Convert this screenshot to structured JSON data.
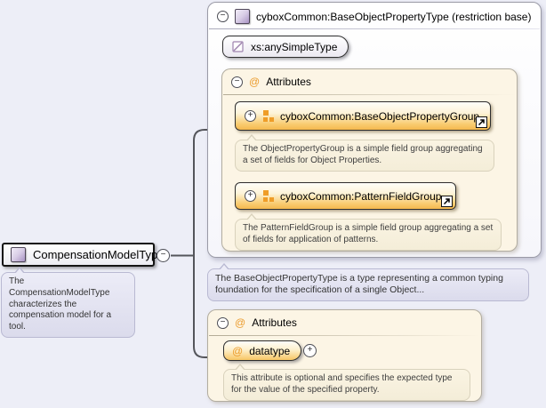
{
  "glyphs": {
    "collapse": "−",
    "expand": "+",
    "at": "@"
  },
  "left_node": {
    "label": "CompensationModelType",
    "tooltip": "The CompensationModelType characterizes the compensation model for a tool."
  },
  "base_type_box": {
    "title": "cyboxCommon:BaseObjectPropertyType (restriction base)",
    "simple_type_label": "xs:anySimpleType",
    "attributes_header": "Attributes",
    "groups": [
      {
        "label": "cyboxCommon:BaseObjectPropertyGroup",
        "tooltip": "The ObjectPropertyGroup is a simple field group aggregating a set of fields for Object Properties."
      },
      {
        "label": "cyboxCommon:PatternFieldGroup",
        "tooltip": "The PatternFieldGroup is a simple field group aggregating a set of fields for application of patterns."
      }
    ],
    "tooltip": "The BaseObjectPropertyType is a type representing a common typing foundation for the specification of a single Object..."
  },
  "attributes_box": {
    "header": "Attributes",
    "attribute_name": "datatype",
    "attribute_tooltip": "This attribute is optional and specifies the expected type for the value of the specified property."
  },
  "colors": {
    "accent_orange": "#f2a93b",
    "node_purple": "#b29ccb",
    "connector": "#54555b"
  }
}
